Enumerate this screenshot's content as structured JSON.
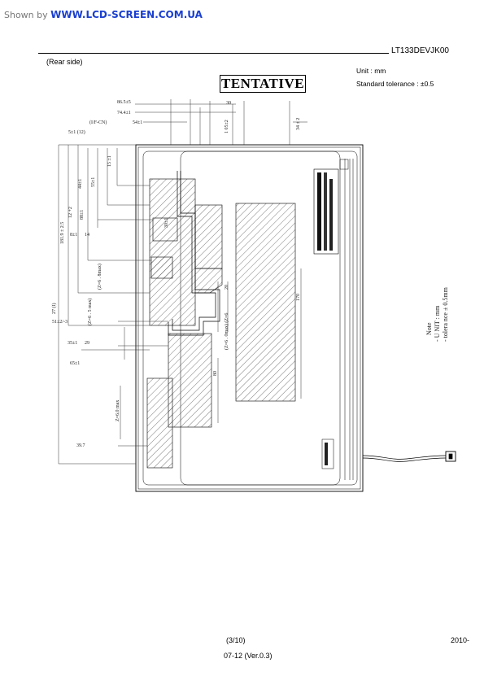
{
  "watermark": {
    "prefix": "Shown by",
    "site": "WWW.LCD-SCREEN.COM.UA"
  },
  "header": {
    "model": "LT133DEVJK00",
    "view": "(Rear side)"
  },
  "stamp": "TENTATIVE",
  "notes": {
    "unit": "Unit : mm",
    "tolerance": "Standard tolerance : ±0.5"
  },
  "footer": {
    "page": "(3/10)",
    "date_part1": "2010-",
    "date_part2": "07-12 (Ver.0.3)"
  },
  "drawing": {
    "dims": {
      "d_86_5": "86.5±5",
      "d_74_4": "74.4±1",
      "d_30": "30",
      "d_ufcn": "(I/F-CN)",
      "d_54": "54±1",
      "d_5": "5±1 (12)",
      "d_105": "1 05±2",
      "d_34": "34 ± 2",
      "d_8": "8±1",
      "d_14": "14",
      "d_zmax": "(Z=6 . 8max)",
      "d_5max": "(Z=6 . 5 max)",
      "d_51": "51±2/-3",
      "d_35": "35±1",
      "d_29": "29",
      "d_65": "65±1",
      "d_39_7": "39.7",
      "d_z6": "Z=6.0 max",
      "d_80": "80",
      "d_170": "170",
      "d_z6b": "(Z=6 . 0max) (Z=6",
      "d_20": "20",
      "d_27": "27 (I)",
      "d_181": "181.9 ± 2.5",
      "d_124": "12 +2",
      "d_88": "88±1",
      "d_44": "44±1",
      "d_55": "55±1",
      "d_15": "15 ±1",
      "d_30b": "30±1"
    },
    "side_note": [
      "Note",
      "- U NIT : mm",
      "- tolera nce ± 0.5mm"
    ]
  }
}
